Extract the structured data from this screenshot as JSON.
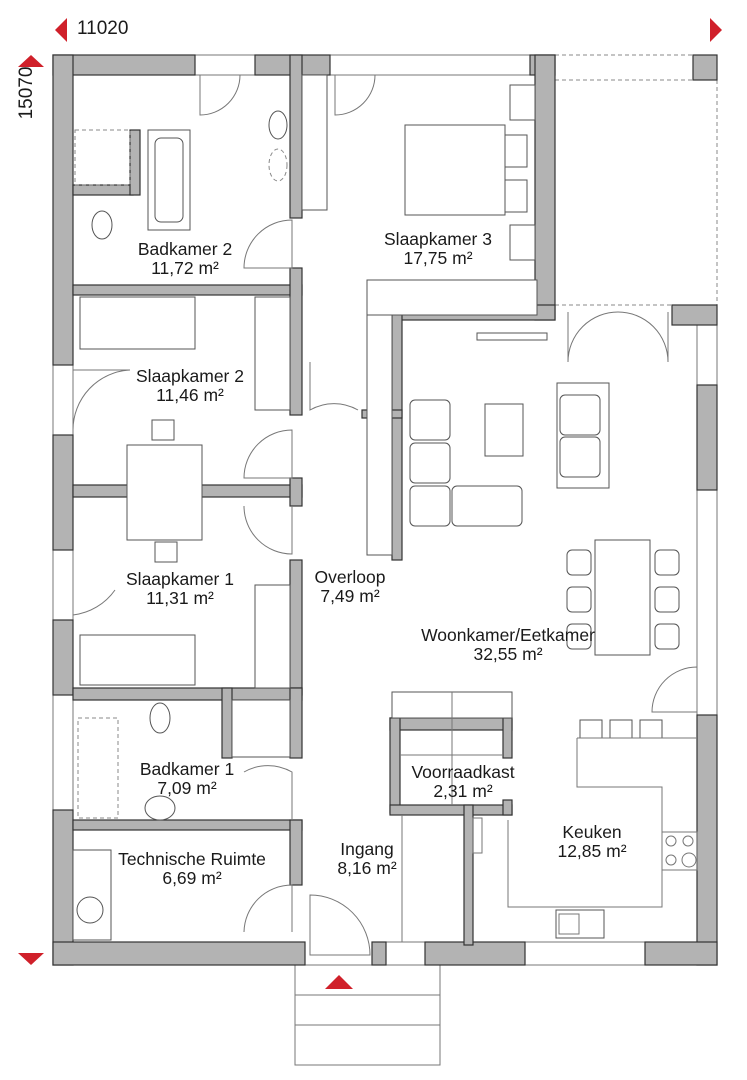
{
  "dimensions": {
    "width": "11020",
    "depth": "15070"
  },
  "colors": {
    "accent": "#d0202a",
    "wall": "#b3b3b3"
  },
  "rooms": [
    {
      "name": "Badkamer 2",
      "area": "11,72 m²"
    },
    {
      "name": "Slaapkamer 3",
      "area": "17,75 m²"
    },
    {
      "name": "Slaapkamer 2",
      "area": "11,46 m²"
    },
    {
      "name": "Slaapkamer 1",
      "area": "11,31 m²"
    },
    {
      "name": "Overloop",
      "area": "7,49 m²"
    },
    {
      "name": "Woonkamer/Eetkamer",
      "area": "32,55 m²"
    },
    {
      "name": "Badkamer 1",
      "area": "7,09 m²"
    },
    {
      "name": "Voorraadkast",
      "area": "2,31 m²"
    },
    {
      "name": "Keuken",
      "area": "12,85 m²"
    },
    {
      "name": "Technische Ruimte",
      "area": "6,69 m²"
    },
    {
      "name": "Ingang",
      "area": "8,16 m²"
    }
  ]
}
